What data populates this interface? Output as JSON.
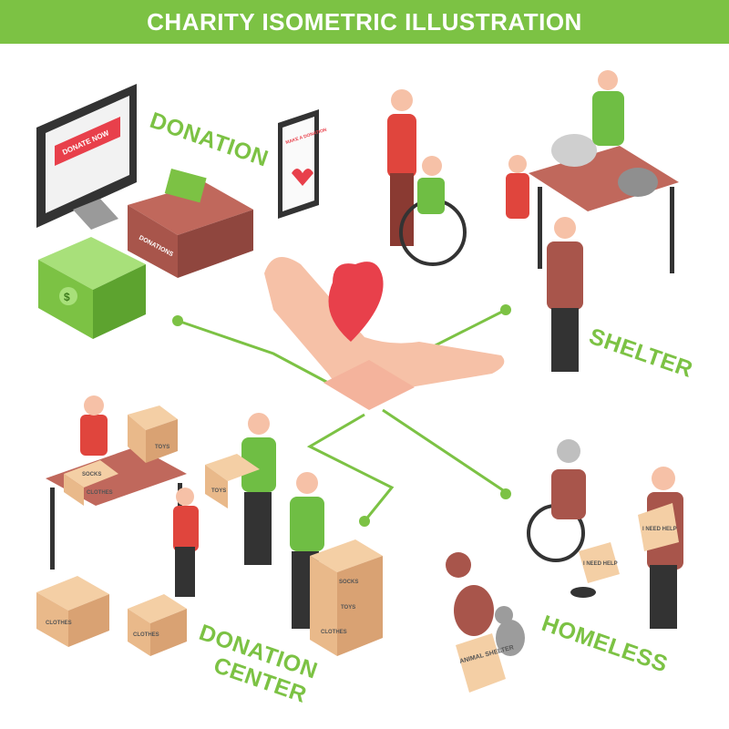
{
  "title": "CHARITY ISOMETRIC ILLUSTRATION",
  "sections": {
    "donation": "DONATION",
    "shelter": "SHELTER",
    "donation_center_line1": "DONATION",
    "donation_center_line2": "CENTER",
    "homeless": "HOMELESS"
  },
  "props": {
    "monitor_button": "DONATE NOW",
    "phone_text": "MAKE A DONATION",
    "donation_box": "DONATIONS",
    "box_toys": "TOYS",
    "box_socks": "SOCKS",
    "box_clothes": "CLOTHES",
    "sign_need_help_1": "I NEED HELP",
    "sign_need_help_2": "I NEED HELP",
    "animal_shelter_sign": "ANIMAL SHELTER",
    "money_symbol": "$"
  },
  "colors": {
    "accent_green": "#7cc244",
    "heart_red": "#e8404b",
    "box_tan": "#e9b98a",
    "table_brown": "#a8554b",
    "shirt_green": "#6fbe44",
    "shirt_red": "#e0453d"
  }
}
